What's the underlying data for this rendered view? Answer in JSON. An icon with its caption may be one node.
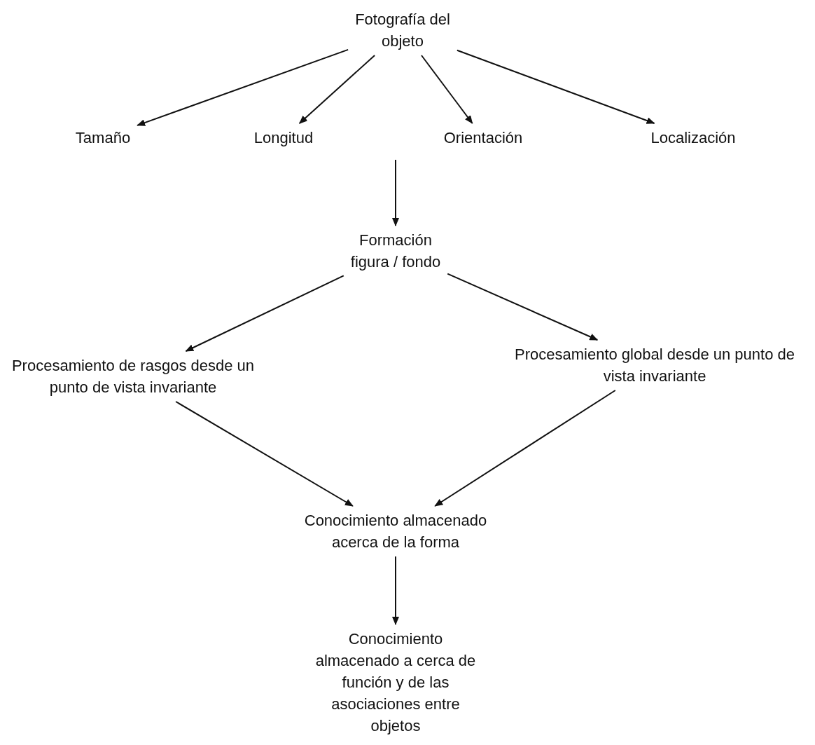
{
  "diagram": {
    "nodes": [
      {
        "text": [
          "Fotografía del objeto"
        ]
      },
      {
        "text": [
          "Tamaño"
        ]
      },
      {
        "text": [
          "Longitud"
        ]
      },
      {
        "text": [
          "Orientación"
        ]
      },
      {
        "text": [
          "Localización"
        ]
      },
      {
        "text": [
          "Formación figura / fondo"
        ]
      },
      {
        "text": [
          "Procesamiento de rasgos desde un punto de vista invariante"
        ]
      },
      {
        "text": [
          "Procesamiento global desde un punto de vista invariante"
        ]
      },
      {
        "text": [
          "Conocimiento almacenado acerca de la forma"
        ]
      },
      {
        "text": [
          "Conocimiento almacenado a cerca de función y de las asociaciones entre objetos"
        ]
      }
    ],
    "edges": [
      {
        "from": 0,
        "to": 1,
        "arrow": "to"
      },
      {
        "from": 0,
        "to": 2,
        "arrow": "to"
      },
      {
        "from": 0,
        "to": 3,
        "arrow": "to"
      },
      {
        "from": 0,
        "to": 4,
        "arrow": "to"
      },
      {
        "from": null,
        "to": 5,
        "arrow": "to"
      },
      {
        "from": 5,
        "to": 6,
        "arrow": "to"
      },
      {
        "from": 5,
        "to": 7,
        "arrow": "to"
      },
      {
        "from": 6,
        "to": 8,
        "arrow": "to"
      },
      {
        "from": 7,
        "to": 8,
        "arrow": "to"
      },
      {
        "from": 8,
        "to": 9,
        "arrow": "to"
      }
    ]
  }
}
